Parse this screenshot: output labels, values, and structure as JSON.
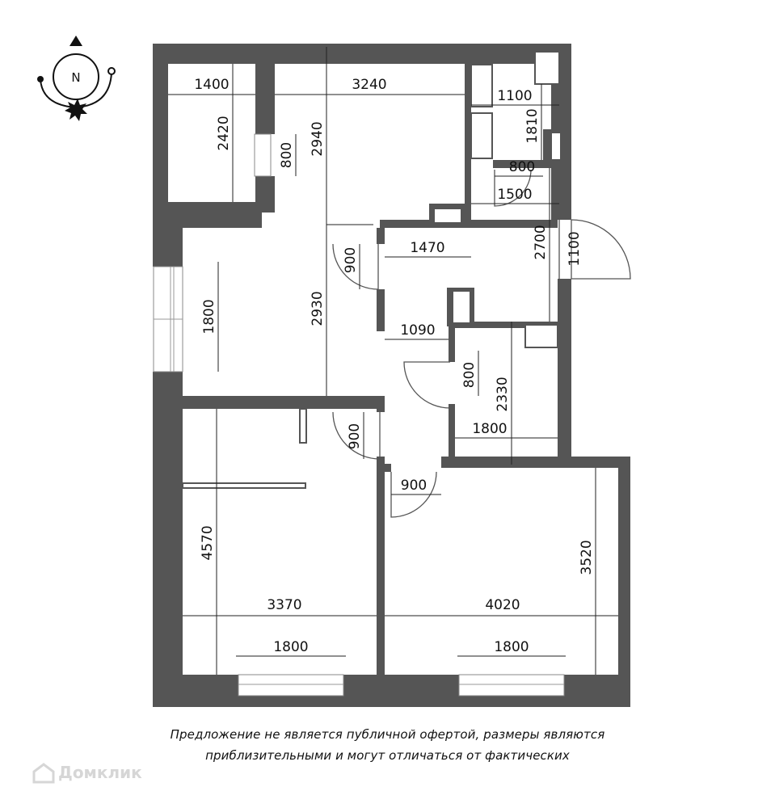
{
  "compass": {
    "label": "N"
  },
  "dimensions": {
    "d1400": "1400",
    "d3240": "3240",
    "d2420": "2420",
    "d2940": "2940",
    "d800a": "800",
    "d1100a": "1100",
    "d1810": "1810",
    "d800b": "800",
    "d1500": "1500",
    "d2700": "2700",
    "d1100b": "1100",
    "d900a": "900",
    "d1470": "1470",
    "d1800a": "1800",
    "d2930": "2930",
    "d1090": "1090",
    "d800c": "800",
    "d2330": "2330",
    "d1800b": "1800",
    "d900b": "900",
    "d900c": "900",
    "d4570": "4570",
    "d3370": "3370",
    "d1800c": "1800",
    "d4020": "4020",
    "d3520": "3520",
    "d1800d": "1800"
  },
  "disclaimer": {
    "line1": "Предложение не является публичной офертой, размеры являются",
    "line2": "приблизительными и могут отличаться от фактических"
  },
  "watermark": {
    "text": "Домклик"
  }
}
